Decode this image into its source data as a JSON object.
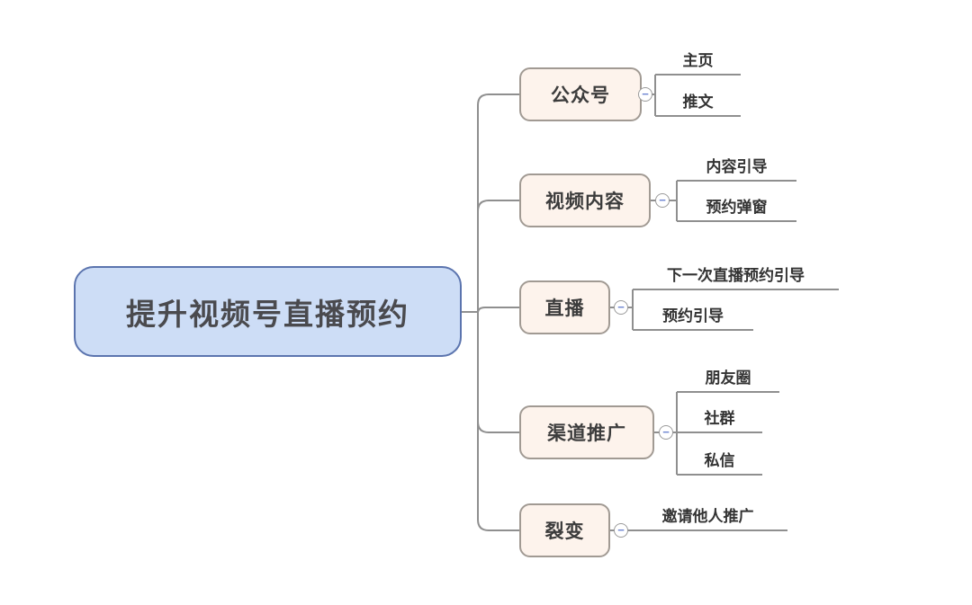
{
  "root": {
    "label": "提升视频号直播预约"
  },
  "branches": [
    {
      "label": "公众号",
      "children": [
        {
          "label": "主页"
        },
        {
          "label": "推文"
        }
      ]
    },
    {
      "label": "视频内容",
      "children": [
        {
          "label": "内容引导"
        },
        {
          "label": "预约弹窗"
        }
      ]
    },
    {
      "label": "直播",
      "children": [
        {
          "label": "下一次直播预约引导"
        },
        {
          "label": "预约引导"
        }
      ]
    },
    {
      "label": "渠道推广",
      "children": [
        {
          "label": "朋友圈"
        },
        {
          "label": "社群"
        },
        {
          "label": "私信"
        }
      ]
    },
    {
      "label": "裂变",
      "children": [
        {
          "label": "邀请他人推广"
        }
      ]
    }
  ],
  "icons": {
    "collapse_glyph": "−"
  },
  "colors": {
    "root_fill": "#cdddf6",
    "root_border": "#5b74ae",
    "root_text": "#4a4a4e",
    "branch_fill": "#fdf3ec",
    "branch_border": "#a19a93",
    "branch_text": "#3c3c3c",
    "child_text": "#333333",
    "connector": "#8f8f8f",
    "collapse_minus": "#6f86d2"
  }
}
